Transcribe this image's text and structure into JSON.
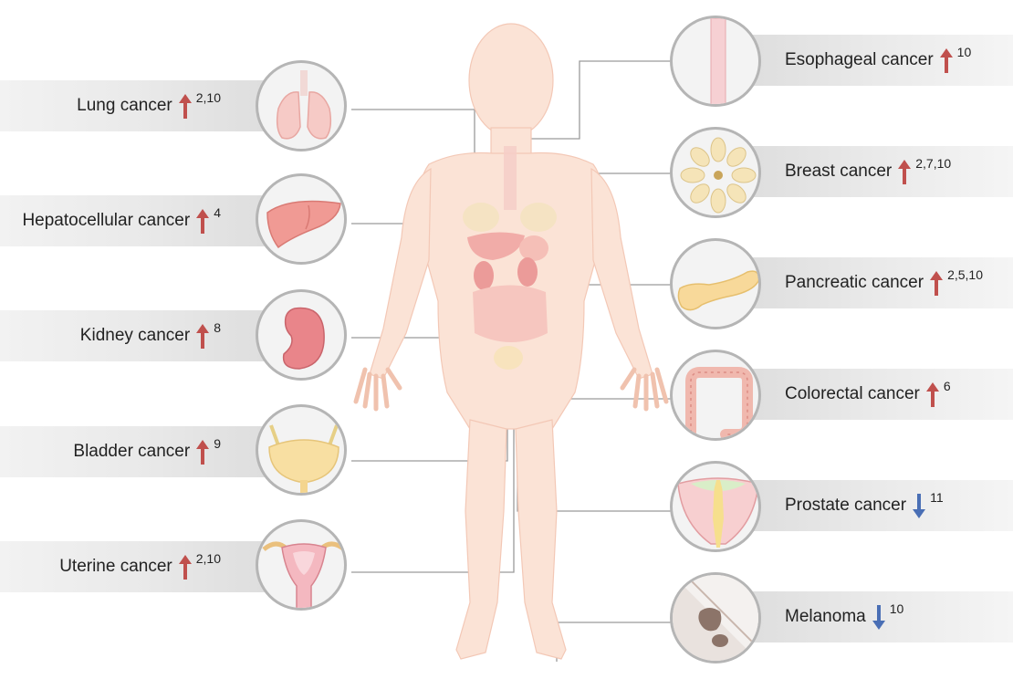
{
  "cancers": {
    "lung": {
      "label": "Lung cancer",
      "direction": "up",
      "refs": "2,10",
      "icon": "lungs-icon"
    },
    "hepatocellular": {
      "label": "Hepatocellular cancer",
      "direction": "up",
      "refs": "4",
      "icon": "liver-icon"
    },
    "kidney": {
      "label": "Kidney cancer",
      "direction": "up",
      "refs": "8",
      "icon": "kidney-icon"
    },
    "bladder": {
      "label": "Bladder cancer",
      "direction": "up",
      "refs": "9",
      "icon": "bladder-icon"
    },
    "uterine": {
      "label": "Uterine cancer",
      "direction": "up",
      "refs": "2,10",
      "icon": "uterus-icon"
    },
    "esophageal": {
      "label": "Esophageal cancer",
      "direction": "up",
      "refs": "10",
      "icon": "esophagus-icon"
    },
    "breast": {
      "label": "Breast cancer",
      "direction": "up",
      "refs": "2,7,10",
      "icon": "breast-tissue-icon"
    },
    "pancreatic": {
      "label": "Pancreatic cancer",
      "direction": "up",
      "refs": "2,5,10",
      "icon": "pancreas-icon"
    },
    "colorectal": {
      "label": "Colorectal cancer",
      "direction": "up",
      "refs": "6",
      "icon": "colon-icon"
    },
    "prostate": {
      "label": "Prostate cancer",
      "direction": "down",
      "refs": "11",
      "icon": "prostate-icon"
    },
    "melanoma": {
      "label": "Melanoma",
      "direction": "down",
      "refs": "10",
      "icon": "skin-lesion-icon"
    }
  },
  "colors": {
    "up_arrow": "#c0504d",
    "down_arrow": "#4a6fb5",
    "body_fill": "#fbe3d6",
    "organ_fill": "#f3b0ad",
    "connector": "#9a9a9a"
  }
}
